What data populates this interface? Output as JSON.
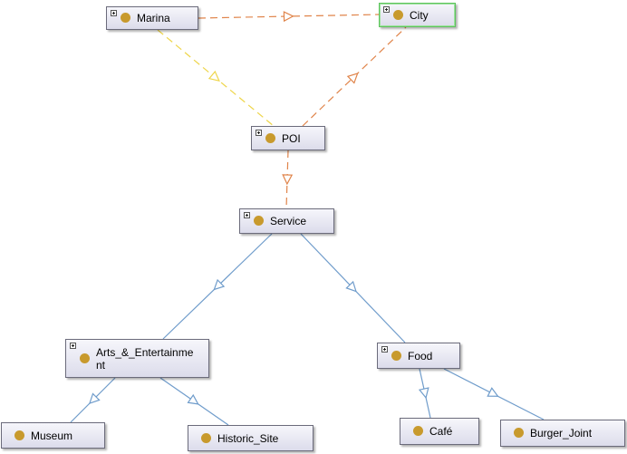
{
  "colors": {
    "subclass_edge": "#6f9ccb",
    "orange_edge": "#e0844a",
    "yellow_edge": "#eed54a",
    "class_dot": "#c89a2d",
    "selected_border": "#5ec45e"
  },
  "nodes": {
    "marina": {
      "label": "Marina"
    },
    "city": {
      "label": "City"
    },
    "poi": {
      "label": "POI"
    },
    "service": {
      "label": "Service"
    },
    "arts": {
      "label": "Arts_&_Entertainment"
    },
    "food": {
      "label": "Food"
    },
    "museum": {
      "label": "Museum"
    },
    "historic": {
      "label": "Historic_Site"
    },
    "cafe": {
      "label": "Café"
    },
    "burger": {
      "label": "Burger_Joint"
    }
  },
  "edges": [
    {
      "from": "marina",
      "to": "city",
      "style": "orange-dashed"
    },
    {
      "from": "marina",
      "to": "poi",
      "style": "yellow-dashed"
    },
    {
      "from": "poi",
      "to": "city",
      "style": "orange-dashed"
    },
    {
      "from": "poi",
      "to": "service",
      "style": "orange-dashed"
    },
    {
      "from": "service",
      "to": "arts",
      "style": "subclass"
    },
    {
      "from": "service",
      "to": "food",
      "style": "subclass"
    },
    {
      "from": "arts",
      "to": "museum",
      "style": "subclass"
    },
    {
      "from": "arts",
      "to": "historic",
      "style": "subclass"
    },
    {
      "from": "food",
      "to": "cafe",
      "style": "subclass"
    },
    {
      "from": "food",
      "to": "burger",
      "style": "subclass"
    }
  ]
}
